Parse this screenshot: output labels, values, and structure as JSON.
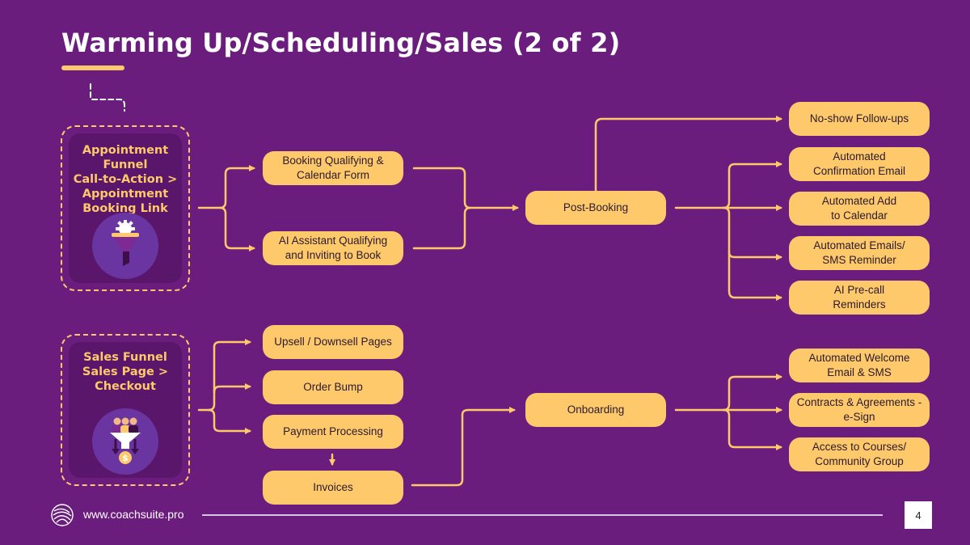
{
  "title": "Warming Up/Scheduling/Sales (2 of 2)",
  "colors": {
    "background": "#6b1d7d",
    "accent": "#fec96a",
    "node_text": "#2b1a2e"
  },
  "sources": {
    "appointment": {
      "label": "Appointment\nFunnel\nCall-to-Action >\nAppointment\nBooking Link",
      "icon": "funnel-gear-icon"
    },
    "sales": {
      "label": "Sales Funnel\nSales Page >\nCheckout",
      "icon": "sales-funnel-icon"
    }
  },
  "nodes": {
    "booking_form": "Booking Qualifying &\nCalendar Form",
    "ai_assistant": "AI Assistant Qualifying\nand Inviting to Book",
    "post_booking": "Post-Booking",
    "no_show": "No-show Follow-ups",
    "confirmation_email": "Automated\nConfirmation Email",
    "add_calendar": "Automated Add\nto Calendar",
    "emails_sms": "Automated Emails/\nSMS Reminder",
    "ai_precall": "AI Pre-call\nReminders",
    "upsell": "Upsell / Downsell Pages",
    "order_bump": "Order Bump",
    "payment": "Payment Processing",
    "invoices": "Invoices",
    "onboarding": "Onboarding",
    "welcome": "Automated Welcome\nEmail & SMS",
    "contracts": "Contracts & Agreements -\ne-Sign",
    "courses": "Access to Courses/\nCommunity Group"
  },
  "footer": {
    "url": "www.coachsuite.pro",
    "page_number": "4",
    "logo_icon": "coachsuite-logo-icon"
  }
}
